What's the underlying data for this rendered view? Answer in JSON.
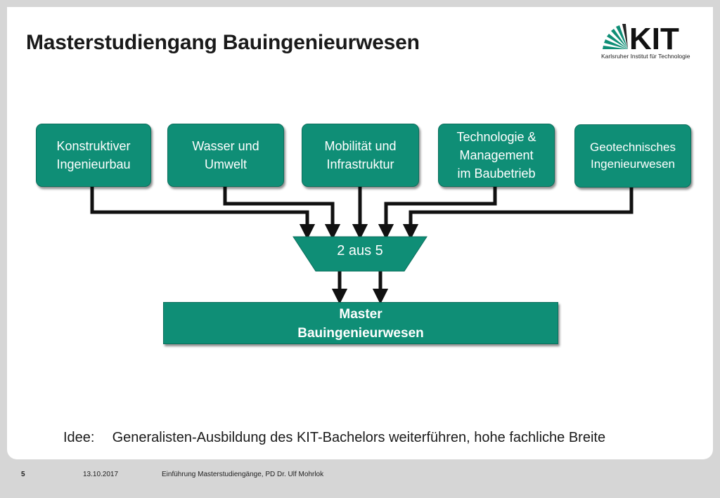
{
  "title": "Masterstudiengang Bauingenieurwesen",
  "logo": {
    "text": "KIT",
    "subtitle": "Karlsruher Institut für Technologie"
  },
  "boxes": [
    "Konstruktiver\nIngenieurbau",
    "Wasser und\nUmwelt",
    "Mobilität und\nInfrastruktur",
    "Technologie &\nManagement\nim Baubetrieb",
    "Geotechnisches\nIngenieurwesen"
  ],
  "funnel_label": "2 aus 5",
  "master": "Master\nBauingenieurwesen",
  "idee": {
    "label": "Idee:",
    "text": "Generalisten-Ausbildung des KIT-Bachelors weiterführen, hohe fachliche Breite"
  },
  "footer": {
    "page": "5",
    "date": "13.10.2017",
    "text": "Einführung Masterstudiengänge,  PD Dr. Ulf Mohrlok"
  },
  "colors": {
    "accent": "#0f8e76",
    "arrow": "#111111"
  }
}
